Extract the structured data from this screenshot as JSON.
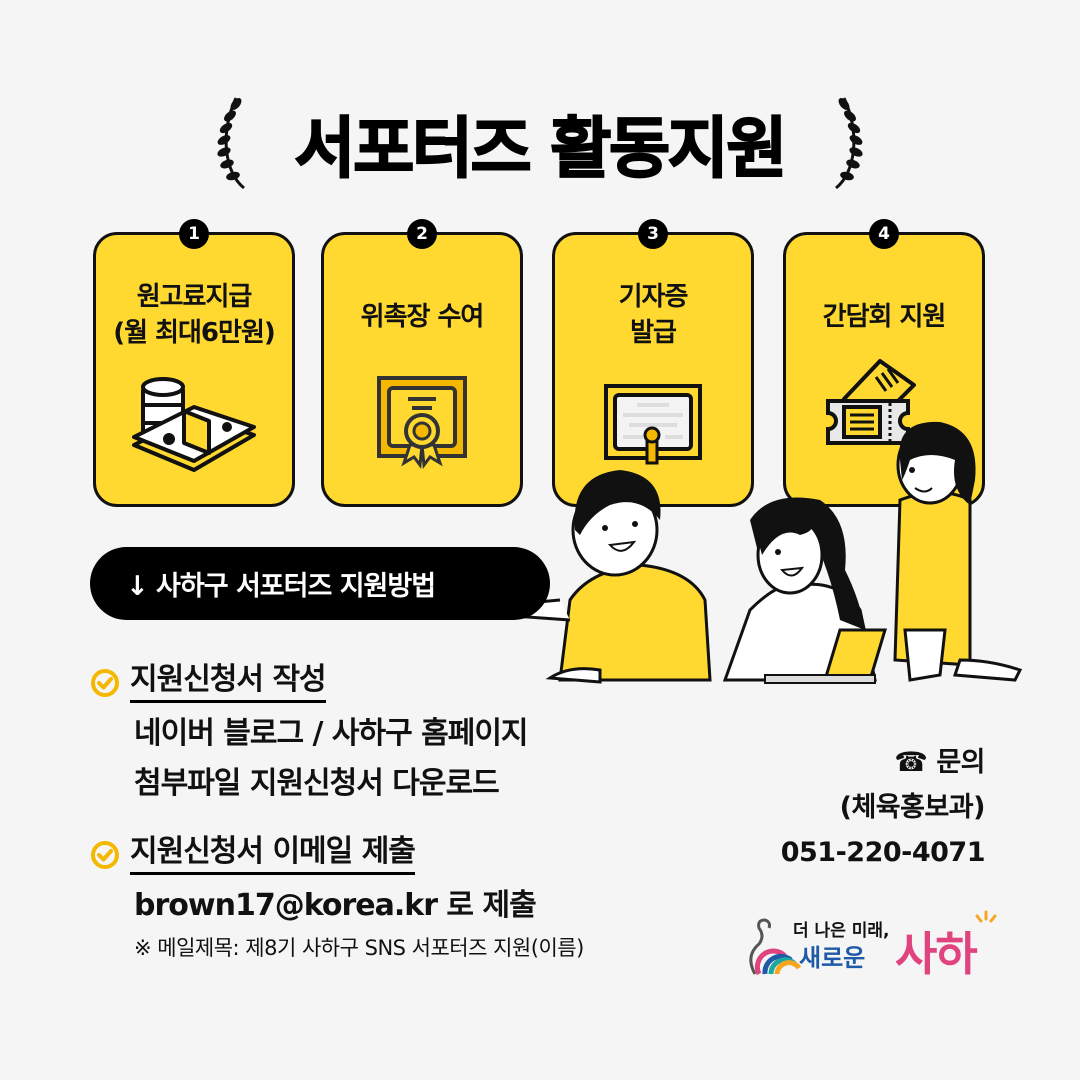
{
  "title": "서포터즈 활동지원",
  "colors": {
    "background": "#f5f5f5",
    "card_yellow": "#ffd930",
    "accent_check": "#f5b800",
    "logo_blue": "#1e5aa8",
    "logo_pink": "#e0447f"
  },
  "cards": [
    {
      "number": "1",
      "label": "원고료지급\n(월 최대6만원)",
      "icon": "money-icon"
    },
    {
      "number": "2",
      "label": "위촉장 수여",
      "icon": "certificate-award-icon"
    },
    {
      "number": "3",
      "label": "기자증\n발급",
      "icon": "diploma-icon"
    },
    {
      "number": "4",
      "label": "간담회 지원",
      "icon": "ticket-icon"
    }
  ],
  "method_header": "↓ 사하구 서포터즈 지원방법",
  "steps": [
    {
      "heading": "지원신청서 작성",
      "lines": [
        "네이버 블로그 / 사하구 홈페이지",
        "첨부파일 지원신청서 다운로드"
      ]
    },
    {
      "heading": "지원신청서 이메일 제출",
      "lines": [
        "brown17@korea.kr 로 제출"
      ],
      "note": "※ 메일제목: 제8기 사하구 SNS 서포터즈 지원(이름)"
    }
  ],
  "contact": {
    "label": "☎ 문의",
    "department": "(체육홍보과)",
    "phone": "051-220-4071"
  },
  "logo": {
    "line1": "더 나은 미래,",
    "line2": "새로운",
    "brand": "사하"
  }
}
